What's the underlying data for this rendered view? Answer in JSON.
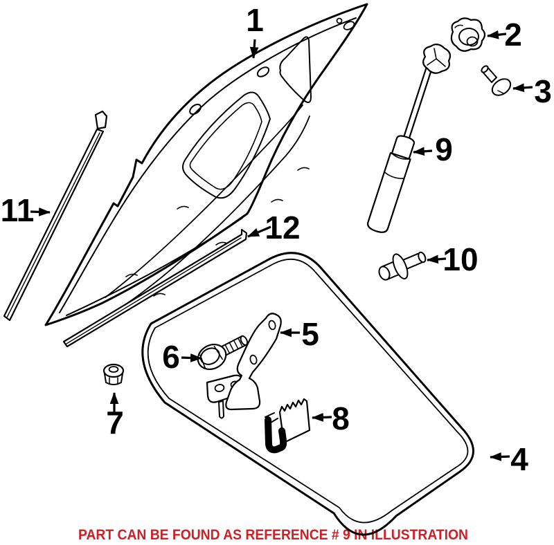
{
  "diagram": {
    "type": "exploded-parts-illustration",
    "subject": "vehicle hood assembly",
    "background_color": "#ffffff",
    "line_color": "#000000",
    "label_color": "#000000",
    "footer_note": {
      "text": "PART CAN BE FOUND AS REFERENCE # 9 IN ILLUSTRATION",
      "color": "#cc2127"
    },
    "callouts": [
      {
        "ref": "1",
        "part": "hood-panel"
      },
      {
        "ref": "2",
        "part": "bump-stop"
      },
      {
        "ref": "3",
        "part": "push-pin-rivet"
      },
      {
        "ref": "4",
        "part": "hood-perimeter-seal"
      },
      {
        "ref": "5",
        "part": "release-lever-bracket"
      },
      {
        "ref": "6",
        "part": "hex-flange-bolt"
      },
      {
        "ref": "7",
        "part": "grommet"
      },
      {
        "ref": "8",
        "part": "hook-bracket"
      },
      {
        "ref": "9",
        "part": "gas-lift-support"
      },
      {
        "ref": "10",
        "part": "expansion-rivet"
      },
      {
        "ref": "11",
        "part": "hood-side-seal-strip"
      },
      {
        "ref": "12",
        "part": "hood-front-seal-strip"
      }
    ]
  }
}
